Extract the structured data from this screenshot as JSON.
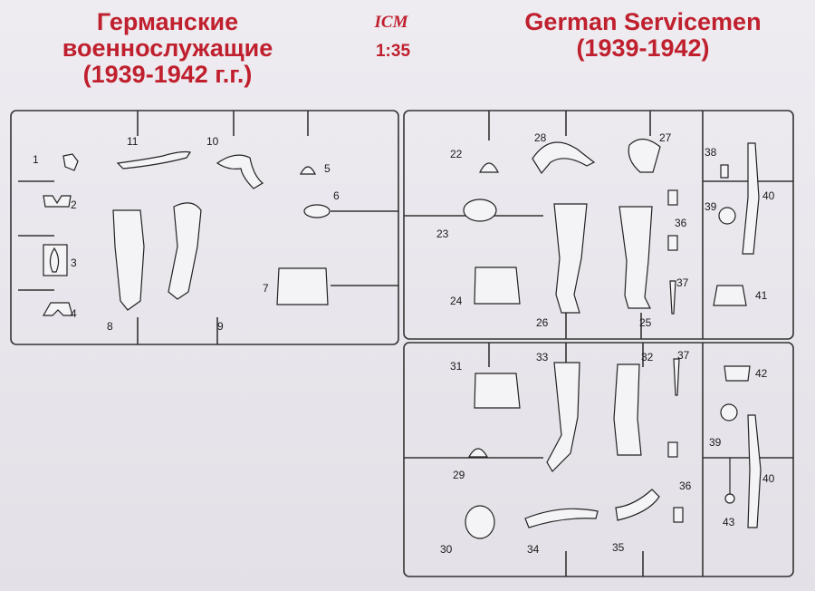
{
  "header": {
    "title_ru_line1": "Германские",
    "title_ru_line2": "военнослужащие",
    "title_ru_line3": "(1939-1942 г.г.)",
    "title_en_line1": "German Servicemen",
    "title_en_line2": "(1939-1942)",
    "brand": "ICM",
    "scale": "1:35"
  },
  "colors": {
    "accent": "#c0202e",
    "line": "#333333",
    "background": "#e8e6ec"
  },
  "parts": {
    "p1": "1",
    "p2": "2",
    "p3": "3",
    "p4": "4",
    "p5": "5",
    "p6": "6",
    "p7": "7",
    "p8": "8",
    "p9": "9",
    "p10": "10",
    "p11": "11",
    "p22": "22",
    "p23": "23",
    "p24": "24",
    "p25": "25",
    "p26": "26",
    "p27": "27",
    "p28": "28",
    "p29": "29",
    "p30": "30",
    "p31": "31",
    "p32": "32",
    "p33": "33",
    "p34": "34",
    "p35": "35",
    "p36a": "36",
    "p36b": "36",
    "p37a": "37",
    "p37b": "37",
    "p38": "38",
    "p39a": "39",
    "p39b": "39",
    "p40a": "40",
    "p40b": "40",
    "p41": "41",
    "p42": "42",
    "p43": "43"
  }
}
